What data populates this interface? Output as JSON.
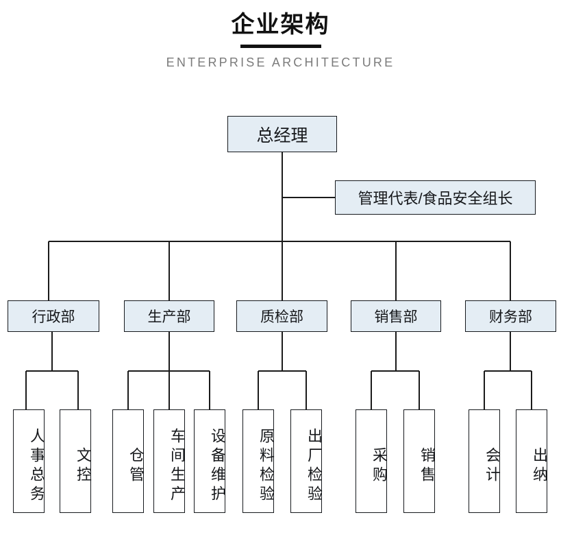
{
  "header": {
    "title": "企业架构",
    "subtitle": "ENTERPRISE ARCHITECTURE"
  },
  "theme": {
    "box_fill": "#e4edf4",
    "leaf_fill": "#ffffff",
    "border": "#15181c",
    "line": "#1a1a1a",
    "title_color": "#111111",
    "subtitle_color": "#7b7b7b",
    "background": "#ffffff"
  },
  "org": {
    "root": {
      "label": "总经理"
    },
    "staff": {
      "label": "管理代表/食品安全组长"
    },
    "departments": [
      {
        "label": "行政部",
        "children": [
          {
            "label": "人事总务"
          },
          {
            "label": "文控"
          }
        ]
      },
      {
        "label": "生产部",
        "children": [
          {
            "label": "仓管"
          },
          {
            "label": "车间生产"
          },
          {
            "label": "设备维护"
          }
        ]
      },
      {
        "label": "质检部",
        "children": [
          {
            "label": "原料检验"
          },
          {
            "label": "出厂检验"
          }
        ]
      },
      {
        "label": "销售部",
        "children": [
          {
            "label": "采购"
          },
          {
            "label": "销售"
          }
        ]
      },
      {
        "label": "财务部",
        "children": [
          {
            "label": "会计"
          },
          {
            "label": "出纳"
          }
        ]
      }
    ]
  }
}
